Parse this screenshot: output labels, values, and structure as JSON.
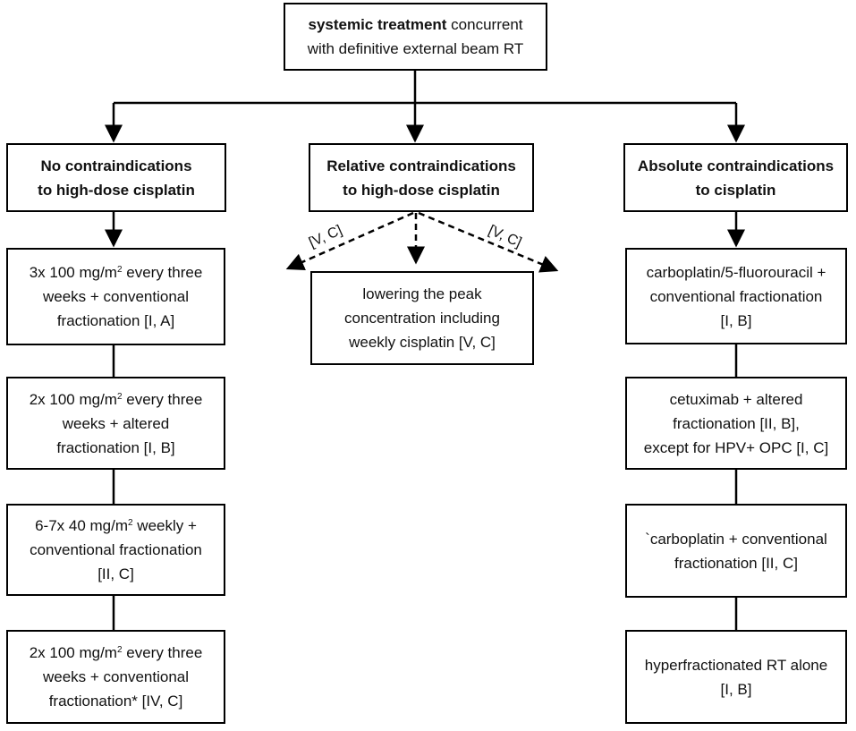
{
  "root": {
    "line1_bold": "systemic treatment",
    "line1_rest": " concurrent",
    "line2": "with definitive external beam RT"
  },
  "categories": {
    "left": {
      "line1": "No contraindications",
      "line2": "to high-dose cisplatin"
    },
    "middle": {
      "line1": "Relative contraindications",
      "line2": "to high-dose cisplatin"
    },
    "right": {
      "line1": "Absolute contraindications",
      "line2": "to cisplatin"
    }
  },
  "left_boxes": [
    {
      "l1a": "3x 100 mg/m",
      "sup": "2",
      "l1b": " every three",
      "l2": "weeks + conventional",
      "l3": "fractionation [I, A]"
    },
    {
      "l1a": "2x 100 mg/m",
      "sup": "2",
      "l1b": " every three",
      "l2": "weeks + altered",
      "l3": "fractionation [I, B]"
    },
    {
      "l1a": "6-7x 40 mg/m",
      "sup": "2",
      "l1b": " weekly +",
      "l2": "conventional fractionation",
      "l3": "[II, C]"
    },
    {
      "l1a": "2x 100 mg/m",
      "sup": "2",
      "l1b": " every three",
      "l2": "weeks + conventional",
      "l3": "fractionation* [IV, C]"
    }
  ],
  "middle_box": {
    "line1": "lowering the peak",
    "line2": "concentration including",
    "line3": "weekly cisplatin [V, C]"
  },
  "middle_arrow_labels": {
    "left": "[V, C]",
    "right": "[V, C]"
  },
  "right_boxes": [
    {
      "l1": "carboplatin/5-fluorouracil +",
      "l2": "conventional fractionation",
      "l3": "[I, B]"
    },
    {
      "l1": "cetuximab + altered",
      "l2": "fractionation [II, B],",
      "l3": "except for HPV+ OPC [I, C]"
    },
    {
      "l1": "`carboplatin + conventional",
      "l2": "fractionation [II, C]"
    },
    {
      "l1": "hyperfractionated RT alone",
      "l2": "[I, B]"
    }
  ]
}
